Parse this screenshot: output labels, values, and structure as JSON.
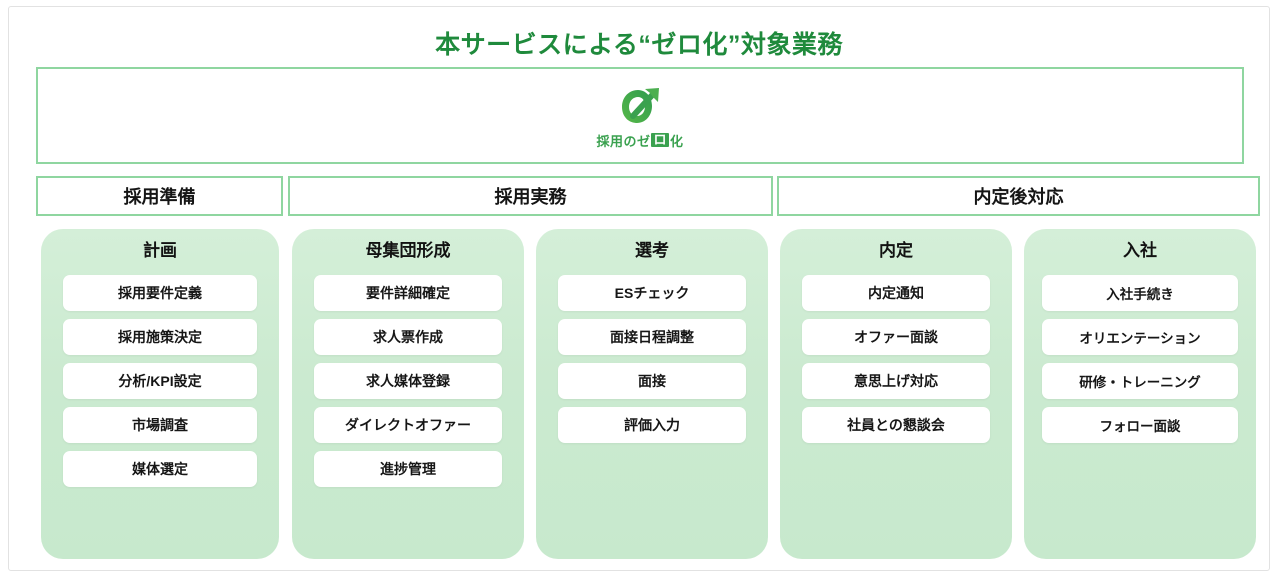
{
  "page": {
    "title": "本サービスによる“ゼロ化”対象業務",
    "title_color": "#1f8a3c",
    "border_color": "#8fd6a0",
    "panel_color": "#cbead0"
  },
  "logo": {
    "mark_name": "zero-arrow-logo",
    "text_before": "採用のゼ",
    "text_zero": "ロ",
    "text_after": "化",
    "brand_color": "#3aa14f"
  },
  "phases": [
    {
      "label": "採用準備"
    },
    {
      "label": "採用実務"
    },
    {
      "label": "内定後対応"
    }
  ],
  "columns": [
    {
      "title": "計画",
      "items": [
        "採用要件定義",
        "採用施策決定",
        "分析/KPI設定",
        "市場調査",
        "媒体選定"
      ]
    },
    {
      "title": "母集団形成",
      "items": [
        "要件詳細確定",
        "求人票作成",
        "求人媒体登録",
        "ダイレクトオファー",
        "進捗管理"
      ]
    },
    {
      "title": "選考",
      "items": [
        "ESチェック",
        "面接日程調整",
        "面接",
        "評価入力"
      ]
    },
    {
      "title": "内定",
      "items": [
        "内定通知",
        "オファー面談",
        "意思上げ対応",
        "社員との懇談会"
      ]
    },
    {
      "title": "入社",
      "items": [
        "入社手続き",
        "オリエンテーション",
        "研修・トレーニング",
        "フォロー面談"
      ]
    }
  ]
}
